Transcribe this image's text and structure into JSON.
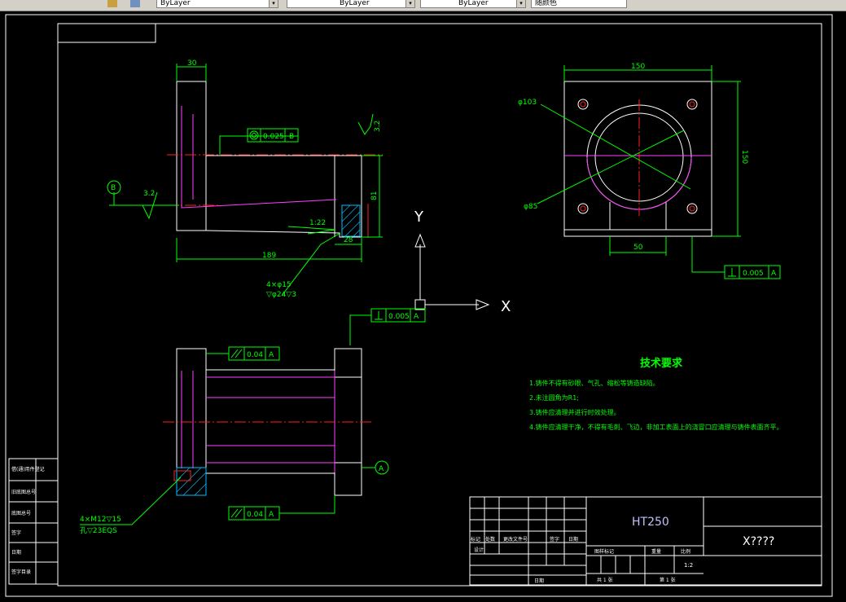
{
  "toolbar": {
    "layer_combo_1": "ByLayer",
    "layer_combo_2": "ByLayer",
    "layer_combo_3": "ByLayer",
    "layer_combo_4": "随颜色"
  },
  "drawing": {
    "dims": {
      "d30": "30",
      "d150_top": "150",
      "d150_side": "150",
      "d50": "50",
      "d189": "189",
      "d28": "28",
      "d81": "81",
      "phi103": "φ103",
      "phi85": "φ85",
      "taper": "1:22",
      "rough1": "3.2",
      "rough2": "3.2",
      "hole1a": "4×φ15",
      "hole1b": "▽φ24▽3",
      "hole2a": "4×M12▽15",
      "hole2b": "孔▽23EQS"
    },
    "tolerances": {
      "t1_val": "0.025",
      "t1_ref": "B",
      "t2_val": "0.005",
      "t2_ref": "A",
      "t3_val": "0.005",
      "t3_ref": "A",
      "t4_val": "0.04",
      "t4_ref": "A",
      "t5_val": "0.04",
      "t5_ref": "A"
    },
    "datums": {
      "b": "B",
      "a": "A"
    },
    "ucs": {
      "x": "X",
      "y": "Y"
    },
    "tech": {
      "title": "技术要求",
      "lines": [
        "1.铸件不得有砂眼、气孔、缩松等铸造缺陷。",
        "2.未注圆角为R1;",
        "3.铸件应清理并进行时效处理。",
        "4.铸件应清理干净，不得有毛刺、飞边，非加工表面上的浇冒口应清理与铸件表面齐平。"
      ]
    },
    "title_block": {
      "material": "HT250",
      "name": "X????",
      "scale": "1:2",
      "row_labels": [
        "标记",
        "处数",
        "更改文件号",
        "签字",
        "日期"
      ],
      "designer": "设计",
      "stage_labels": [
        "图样标记",
        "重量",
        "比例"
      ],
      "sheet_total": "共 1 张",
      "sheet_num": "第 1 张",
      "date_label": "日期"
    },
    "left_strip": [
      "借(通)用件登记",
      "旧底图总号",
      "底图总号",
      "签字",
      "日期",
      "签字目录"
    ]
  }
}
